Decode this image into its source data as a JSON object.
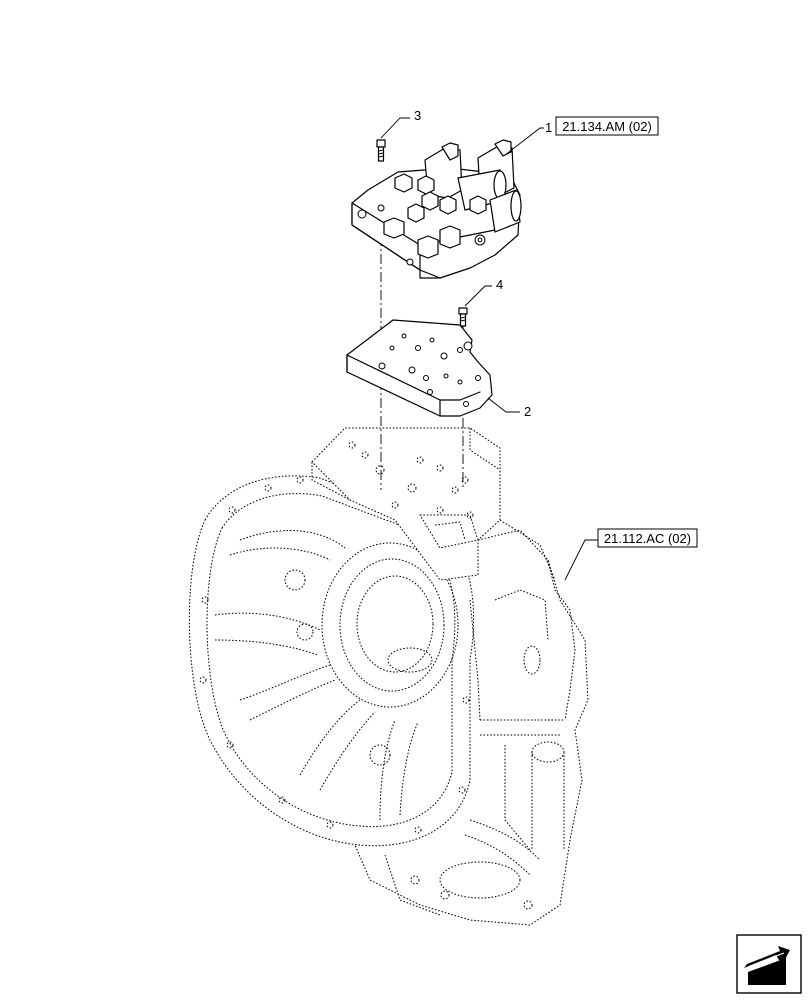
{
  "callouts": [
    {
      "number": "1",
      "reference": "21.134.AM (02)"
    },
    {
      "number": "2",
      "reference": ""
    },
    {
      "number": "3",
      "reference": ""
    },
    {
      "number": "4",
      "reference": ""
    }
  ],
  "housing_reference": "21.112.AC (02)",
  "icons": {
    "nav": "next-page-arrow-icon"
  }
}
